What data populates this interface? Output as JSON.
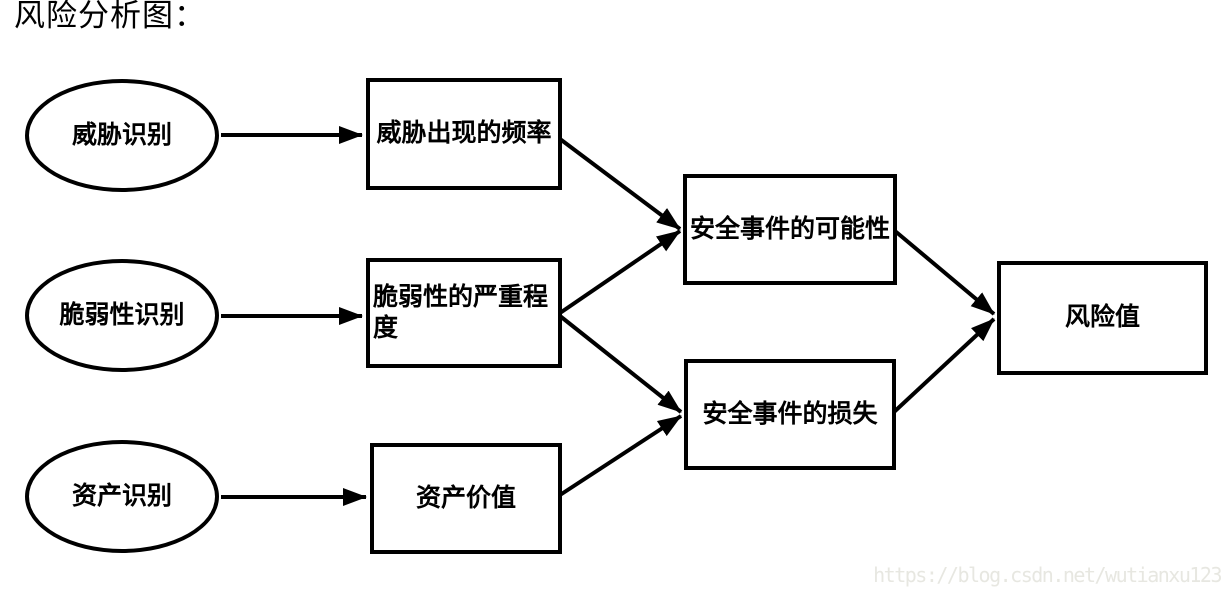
{
  "title": "风险分析图：",
  "diagram": {
    "ellipses": [
      {
        "id": "threat-identification",
        "label": "威胁识别"
      },
      {
        "id": "vulnerability-identification",
        "label": "脆弱性识别"
      },
      {
        "id": "asset-identification",
        "label": "资产识别"
      }
    ],
    "boxes": [
      {
        "id": "threat-frequency",
        "label": "威胁出现的频率"
      },
      {
        "id": "vulnerability-severity",
        "label": "脆弱性的严重程度"
      },
      {
        "id": "asset-value",
        "label": "资产价值"
      },
      {
        "id": "incident-probability",
        "label": "安全事件的可能性"
      },
      {
        "id": "incident-loss",
        "label": "安全事件的损失"
      },
      {
        "id": "risk-value",
        "label": "风险值"
      }
    ],
    "edges": [
      {
        "from": "威胁识别",
        "to": "威胁出现的频率"
      },
      {
        "from": "脆弱性识别",
        "to": "脆弱性的严重程度"
      },
      {
        "from": "资产识别",
        "to": "资产价值"
      },
      {
        "from": "威胁出现的频率",
        "to": "安全事件的可能性"
      },
      {
        "from": "脆弱性的严重程度",
        "to": "安全事件的可能性"
      },
      {
        "from": "脆弱性的严重程度",
        "to": "安全事件的损失"
      },
      {
        "from": "资产价值",
        "to": "安全事件的损失"
      },
      {
        "from": "安全事件的可能性",
        "to": "风险值"
      },
      {
        "from": "安全事件的损失",
        "to": "风险值"
      }
    ]
  },
  "watermark": "https://blog.csdn.net/wutianxu123",
  "colors": {
    "stroke": "#000000",
    "background": "#ffffff",
    "watermark_text": "#e7e7e1"
  }
}
